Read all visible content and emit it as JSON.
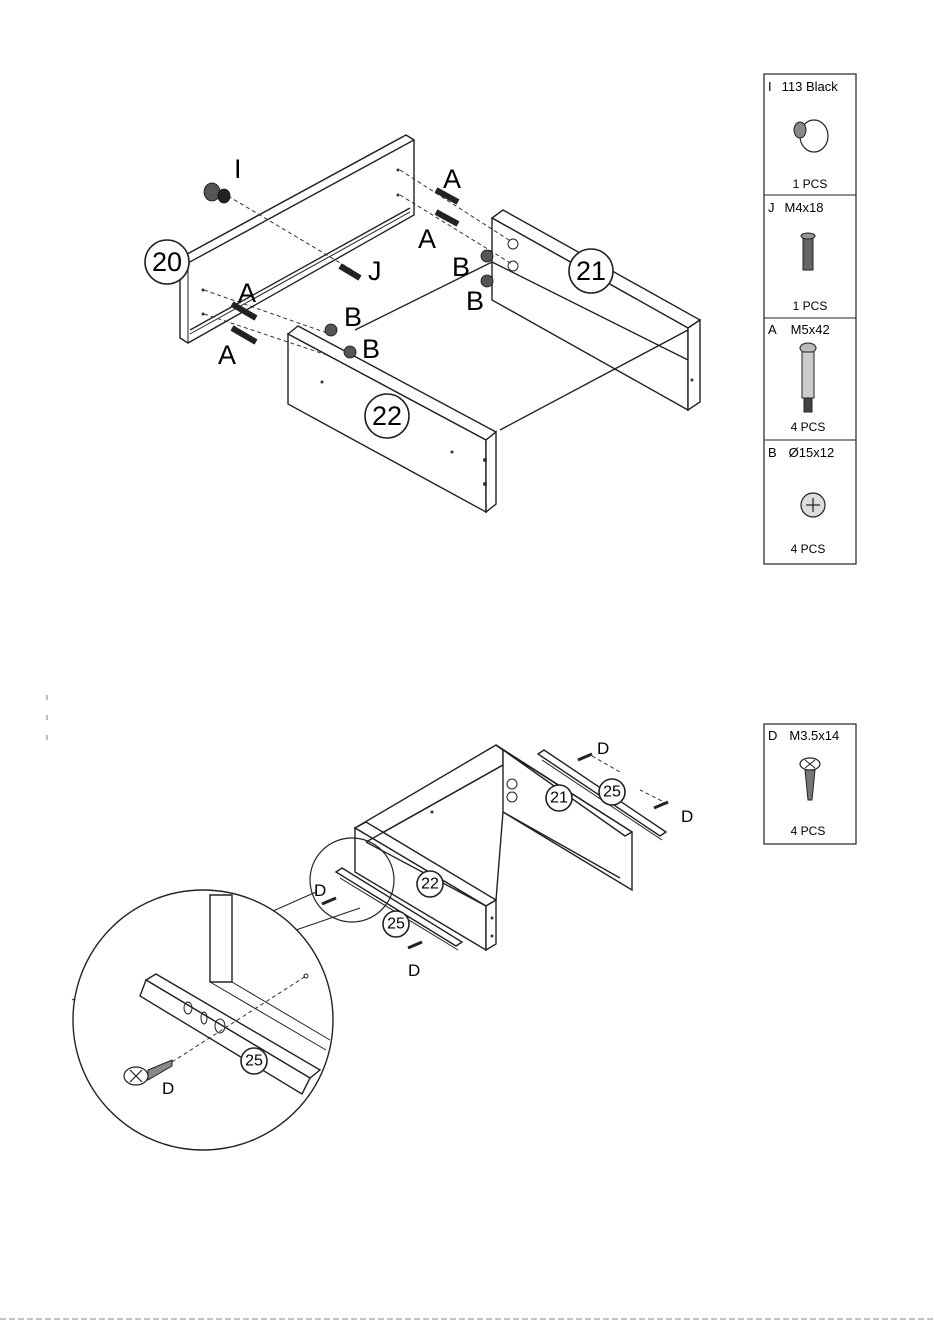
{
  "step1": {
    "callouts": {
      "I": "I",
      "J": "J",
      "A": "A",
      "B": "B",
      "panel_20": "20",
      "panel_21": "21",
      "panel_22": "22"
    },
    "parts_list": [
      {
        "letter": "I",
        "spec": "113 Black",
        "qty": "1 PCS",
        "icon": "knob-icon"
      },
      {
        "letter": "J",
        "spec": "M4x18",
        "qty": "1 PCS",
        "icon": "screw-icon"
      },
      {
        "letter": "A",
        "spec": "M5x42",
        "qty": "4 PCS",
        "icon": "cam-bolt-icon"
      },
      {
        "letter": "B",
        "spec": "Ø15x12",
        "qty": "4 PCS",
        "icon": "cam-lock-icon"
      }
    ]
  },
  "step2": {
    "callouts": {
      "D": "D",
      "panel_21": "21",
      "panel_22": "22",
      "rail_25": "25"
    },
    "parts_list": [
      {
        "letter": "D",
        "spec": "M3.5x14",
        "qty": "4 PCS",
        "icon": "wood-screw-icon"
      }
    ]
  }
}
